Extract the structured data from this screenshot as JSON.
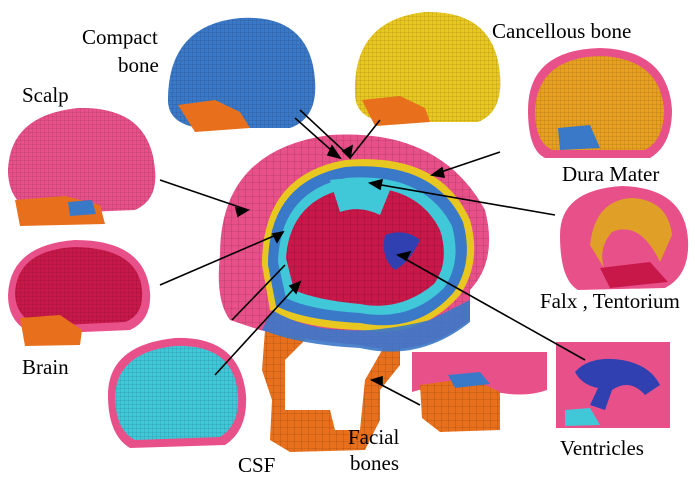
{
  "labels": {
    "compact_bone_1": "Compact",
    "compact_bone_2": "bone",
    "cancellous_bone": "Cancellous bone",
    "scalp": "Scalp",
    "dura_mater": "Dura Mater",
    "falx_tentorium": "Falx , Tentorium",
    "brain": "Brain",
    "csf": "CSF",
    "facial_bones_1": "Facial",
    "facial_bones_2": "bones",
    "ventricles": "Ventricles"
  },
  "colors": {
    "scalp": "#e8508a",
    "compact_bone": "#3a78c8",
    "cancellous_bone": "#e8c820",
    "dura_mater": "#e8a020",
    "brain": "#c8184a",
    "csf": "#40c8d8",
    "facial_bones": "#e8701c",
    "ventricles": "#3040b0",
    "falx": "#e0a028"
  }
}
